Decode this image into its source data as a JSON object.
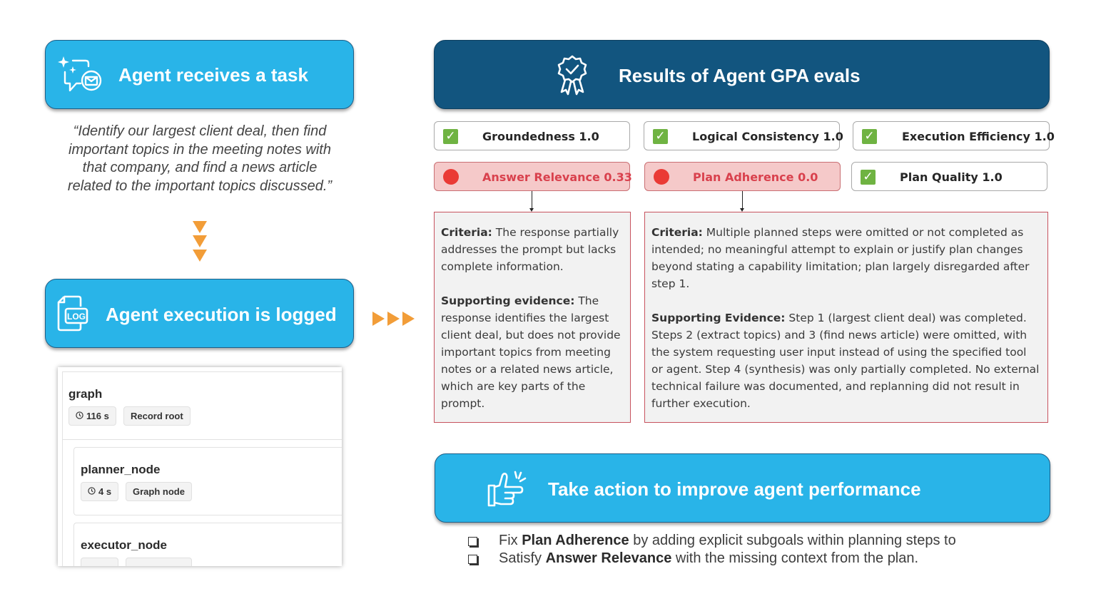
{
  "step1": {
    "title": "Agent receives a task",
    "icon": "sparkle-chat-email-icon"
  },
  "task_quote": {
    "text": "“Identify our largest client deal, then find important topics in the meeting notes with that company, and find a news article related to the important topics discussed.”",
    "lines": [
      "“Identify our largest client deal, then find",
      "important topics in the meeting notes with",
      "that company, and find a news article",
      "related to the important topics discussed.”"
    ]
  },
  "step2": {
    "title": "Agent execution is logged",
    "icon": "log-file-icon",
    "icon_text": "LOG"
  },
  "trace": {
    "nodes": [
      {
        "name": "graph",
        "duration": "116 s",
        "type": "Record root"
      },
      {
        "name": "planner_node",
        "duration": "4 s",
        "type": "Graph node"
      },
      {
        "name": "executor_node",
        "duration": "",
        "type": ""
      }
    ]
  },
  "results": {
    "title": "Results of Agent GPA evals",
    "icon": "award-ribbon-check-icon",
    "metrics": [
      {
        "label": "Groundedness 1.0",
        "status": "pass"
      },
      {
        "label": "Logical Consistency 1.0",
        "status": "pass"
      },
      {
        "label": "Execution Efficiency 1.0",
        "status": "pass"
      },
      {
        "label": "Answer Relevance 0.33",
        "status": "fail"
      },
      {
        "label": "Plan Adherence 0.0",
        "status": "fail"
      },
      {
        "label": "Plan Quality 1.0",
        "status": "pass"
      }
    ],
    "details": [
      {
        "metric": "Answer Relevance",
        "criteria_label": "Criteria:",
        "criteria": " The response partially addresses the prompt but lacks complete information.",
        "evidence_label": "Supporting evidence:",
        "evidence": " The response identifies the largest client deal, but does not provide important topics from meeting notes or a related news article, which are key parts of the prompt."
      },
      {
        "metric": "Plan Adherence",
        "criteria_label": "Criteria:",
        "criteria": " Multiple planned steps were omitted or not completed as intended; no meaningful attempt to explain or justify plan changes beyond stating a capability limitation; plan largely disregarded after step 1.",
        "evidence_label": "Supporting Evidence:",
        "evidence": " Step 1 (largest client deal) was completed. Steps 2 (extract topics) and 3 (find news article) were omitted, with the system requesting user input instead of using the specified tool or agent. Step 4 (synthesis) was only partially completed. No external technical failure was documented, and replanning did not result in further execution."
      }
    ]
  },
  "action": {
    "title": "Take action to improve agent performance",
    "icon": "hand-snap-pointing-icon",
    "items": [
      {
        "prefix": "Fix ",
        "bold": "Plan Adherence",
        "suffix": " by adding explicit subgoals within planning steps to"
      },
      {
        "prefix": "Satisfy ",
        "bold": "Answer Relevance",
        "suffix": " with the missing context from the plan."
      }
    ]
  },
  "colors": {
    "light_blue": "#29b4e8",
    "dark_blue": "#12557f",
    "arrow_orange": "#f29d38",
    "pass_green": "#6fb342",
    "fail_red": "#ea3a35",
    "fail_bg": "#f5c9c9",
    "fail_text": "#d9414d"
  }
}
